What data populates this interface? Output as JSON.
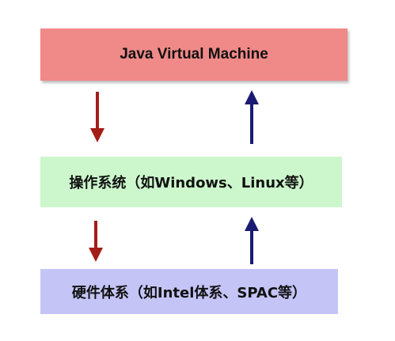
{
  "layers": {
    "jvm": {
      "label": "Java Virtual Machine",
      "fill": "#f08a88"
    },
    "os": {
      "label": "操作系统（如Windows、Linux等）",
      "fill": "#ccf7cc"
    },
    "hardware": {
      "label": "硬件体系（如Intel体系、SPAC等）",
      "fill": "#c4c4f7"
    }
  },
  "arrows": {
    "down_color": "#a31d16",
    "up_color": "#1a1a73",
    "items": [
      {
        "name": "down-arrow-jvm-to-os",
        "direction": "down"
      },
      {
        "name": "up-arrow-os-to-jvm",
        "direction": "up"
      },
      {
        "name": "down-arrow-os-to-hardware",
        "direction": "down"
      },
      {
        "name": "up-arrow-hardware-to-os",
        "direction": "up"
      }
    ]
  }
}
